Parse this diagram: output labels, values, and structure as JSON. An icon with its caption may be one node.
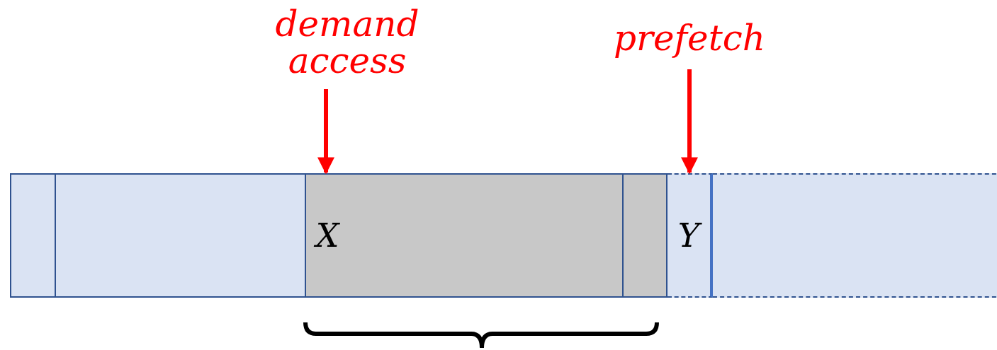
{
  "diagram": {
    "nodes": [
      {
        "text": [
          "demand access"
        ]
      },
      {
        "text": [
          "prefetch"
        ]
      },
      {
        "text": [],
        "shape": "box"
      },
      {
        "text": [],
        "shape": "box"
      },
      {
        "text": [
          "X"
        ]
      },
      {
        "text": [],
        "shape": "box"
      },
      {
        "text": [],
        "shape": "box"
      },
      {
        "text": [
          "Y"
        ]
      },
      {
        "text": [],
        "shape": "box"
      }
    ],
    "edges": [
      {
        "from": 0,
        "to": 4,
        "arrow": "to"
      },
      {
        "from": 1,
        "to": 7,
        "arrow": "to"
      }
    ]
  }
}
